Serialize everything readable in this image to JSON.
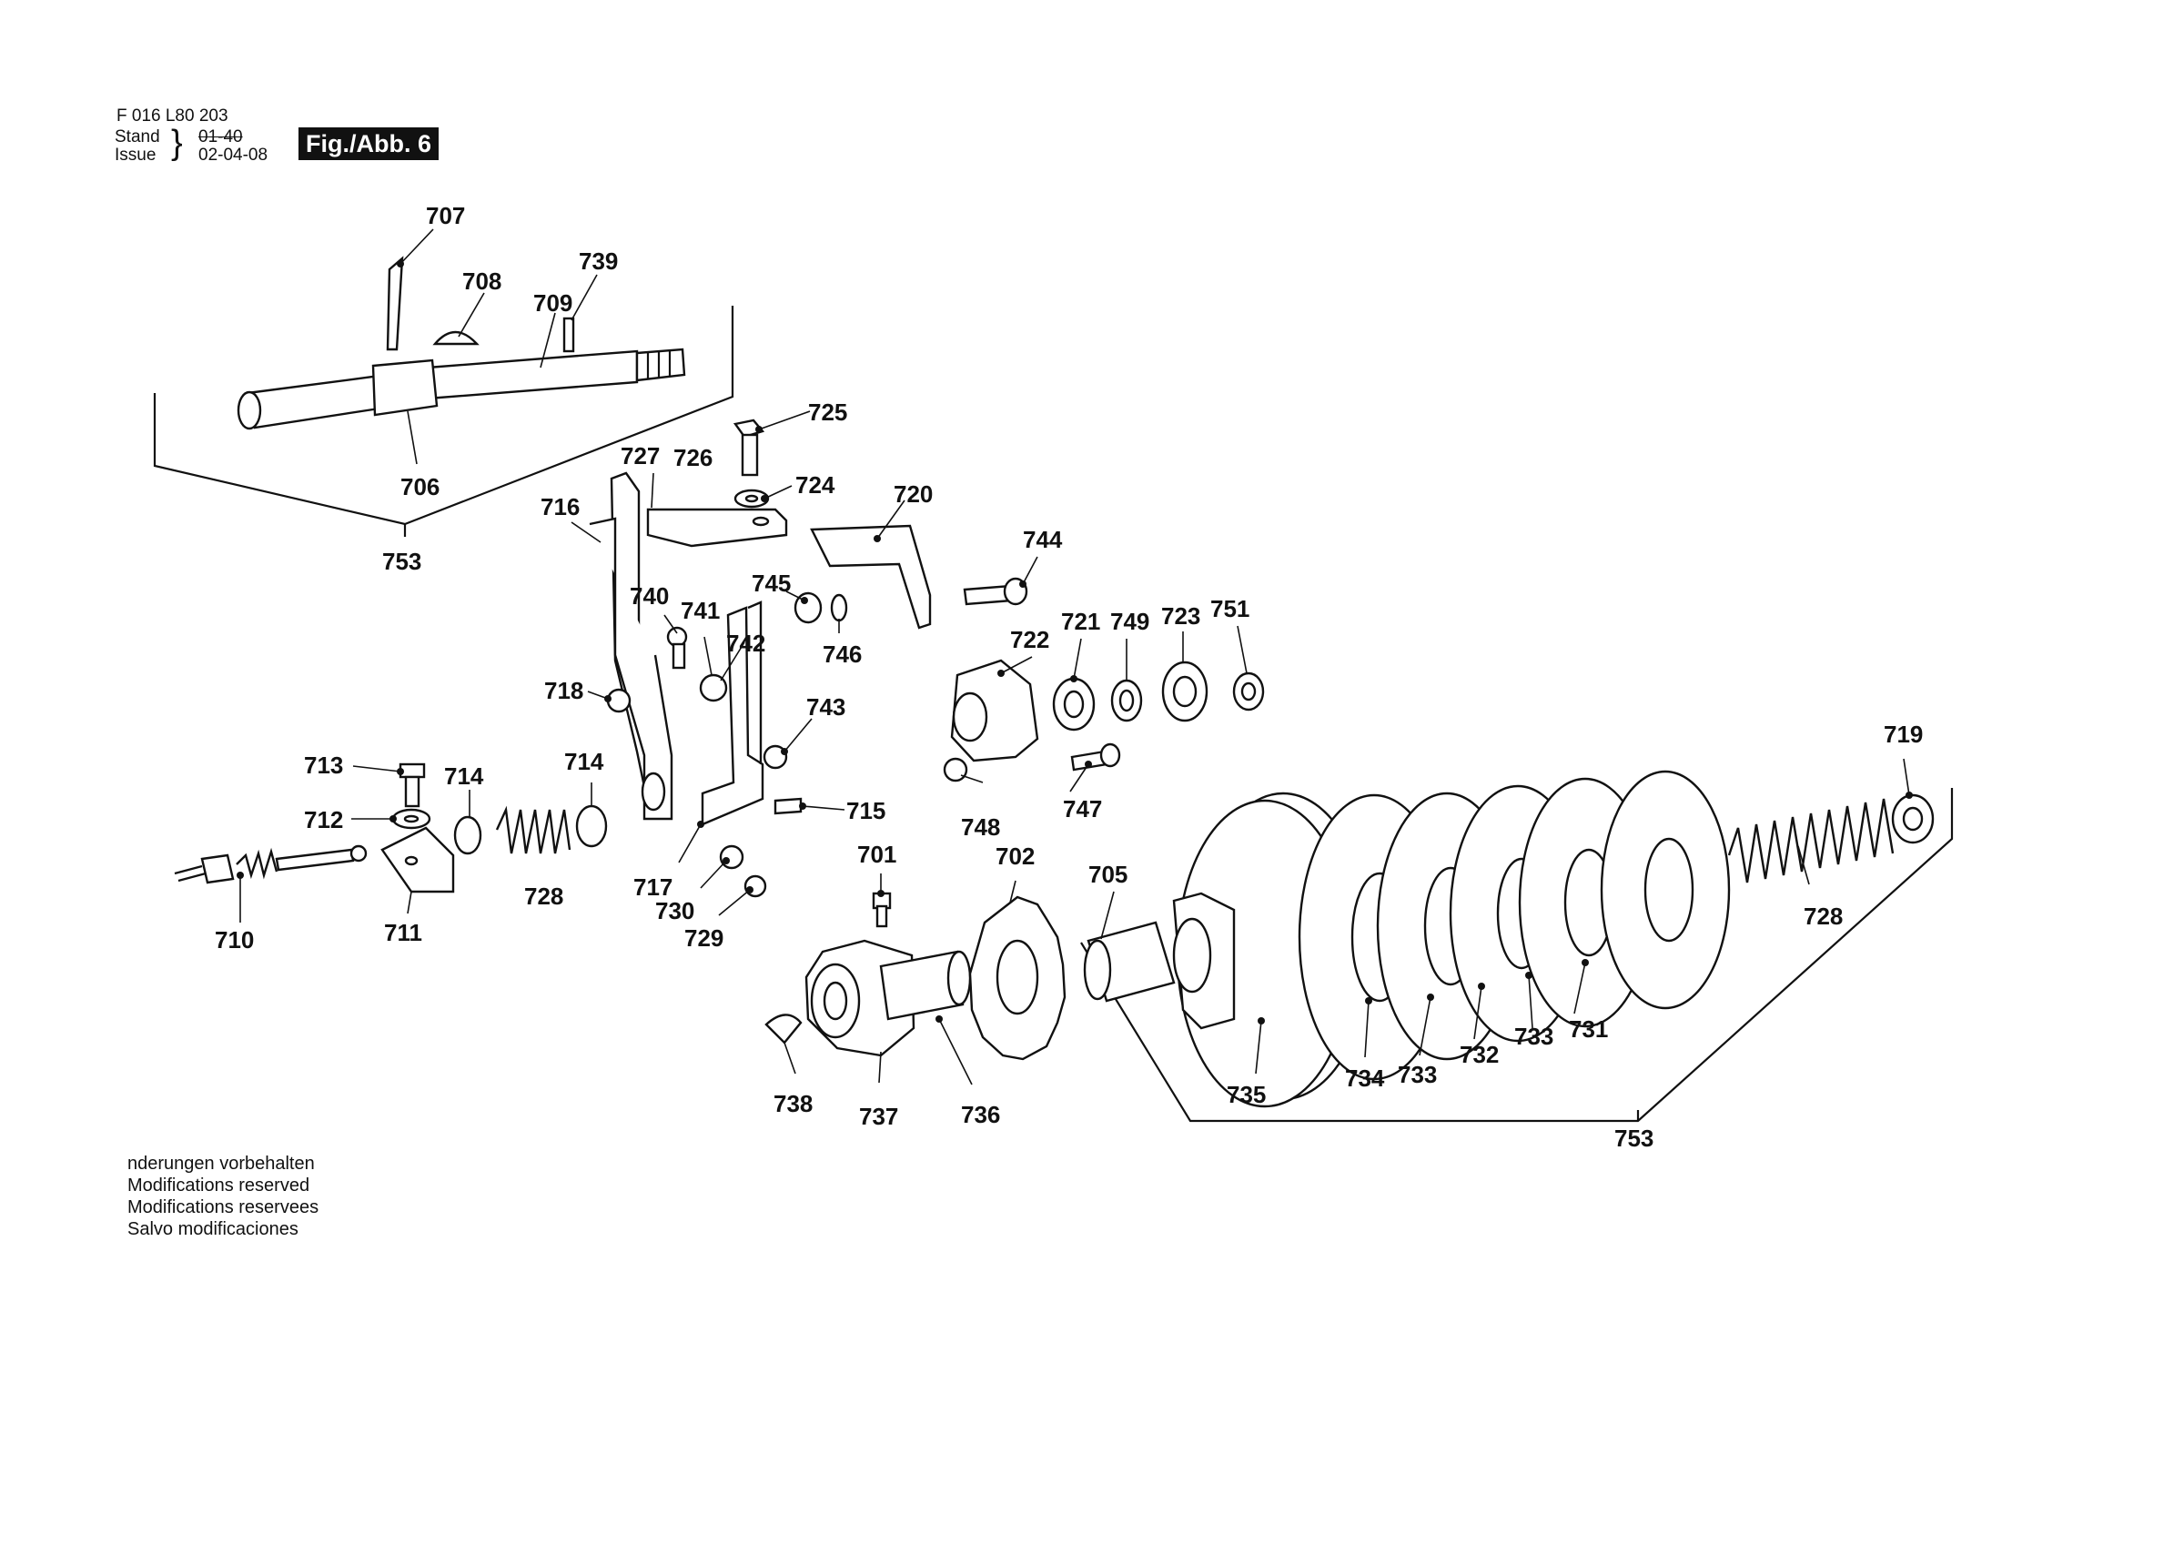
{
  "header": {
    "part_number": "F 016 L80 203",
    "stand_label": "Stand",
    "issue_label": "Issue",
    "old_date": "01-40",
    "issue_date": "02-04-08",
    "figure_label": "Fig./Abb. 6"
  },
  "footer": {
    "notes": [
      "nderungen vorbehalten",
      "Modifications reserved",
      "Modifications reservees",
      "Salvo modificaciones"
    ]
  },
  "callouts": {
    "c707": "707",
    "c708": "708",
    "c739": "739",
    "c709": "709",
    "c706": "706",
    "c753a": "753",
    "c725": "725",
    "c727": "727",
    "c726": "726",
    "c724": "724",
    "c720": "720",
    "c716": "716",
    "c744": "744",
    "c745": "745",
    "c740": "740",
    "c741": "741",
    "c742": "742",
    "c746": "746",
    "c722": "722",
    "c721": "721",
    "c749": "749",
    "c723": "723",
    "c751": "751",
    "c718": "718",
    "c743": "743",
    "c713": "713",
    "c714a": "714",
    "c714b": "714",
    "c712": "712",
    "c715": "715",
    "c748": "748",
    "c747": "747",
    "c719": "719",
    "c728a": "728",
    "c728b": "728",
    "c717": "717",
    "c730": "730",
    "c729": "729",
    "c701": "701",
    "c702": "702",
    "c705": "705",
    "c710": "710",
    "c711": "711",
    "c738": "738",
    "c737": "737",
    "c736": "736",
    "c735": "735",
    "c734": "734",
    "c733a": "733",
    "c733b": "733",
    "c732": "732",
    "c731": "731",
    "c753b": "753"
  }
}
